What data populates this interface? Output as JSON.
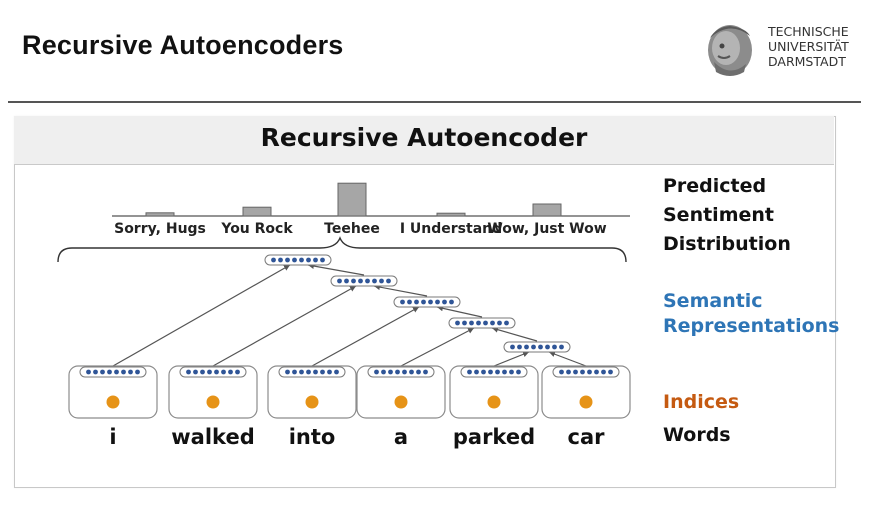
{
  "slide": {
    "title": "Recursive Autoencoders"
  },
  "logo": {
    "text": "TECHNISCHE\nUNIVERSITÄT\nDARMSTADT"
  },
  "figure": {
    "title": "Recursive Autoencoder",
    "labels": {
      "predicted": "Predicted\nSentiment\nDistribution",
      "semantic": "Semantic\nRepresentations",
      "indices": "Indices",
      "words": "Words"
    },
    "label_colors": {
      "predicted": "#111111",
      "semantic": "#2e75b6",
      "indices": "#c55a11",
      "words": "#111111"
    },
    "words": [
      "i",
      "walked",
      "into",
      "a",
      "parked",
      "car"
    ],
    "sentiment": {
      "categories": [
        "Sorry, Hugs",
        "You Rock",
        "Teehee",
        "I Understand",
        "Wow, Just Wow"
      ],
      "values": [
        0.08,
        0.22,
        0.82,
        0.07,
        0.3
      ]
    },
    "colors": {
      "node_dot": "#2f5597",
      "index_dot": "#e69317",
      "bar_fill": "#a6a6a6",
      "line": "#555555"
    }
  }
}
